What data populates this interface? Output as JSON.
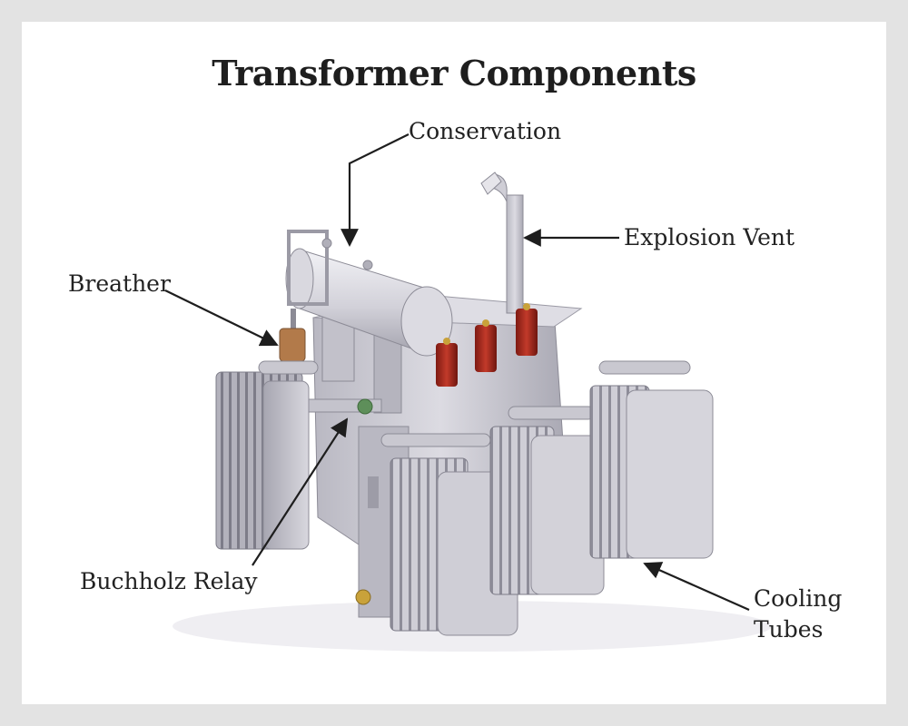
{
  "title": "Transformer Components",
  "labels": {
    "conservation": "Conservation",
    "explosion_vent": "Explosion Vent",
    "breather": "Breather",
    "buchholz_relay": "Buchholz Relay",
    "cooling_tubes_line1": "Cooling",
    "cooling_tubes_line2": "Tubes"
  },
  "colors": {
    "background": "#e3e3e3",
    "card": "#ffffff",
    "metal": "#c4c3cc",
    "metal_dark": "#8c8b96",
    "bushing": "#a8281c",
    "arrow": "#1e1e1e"
  }
}
